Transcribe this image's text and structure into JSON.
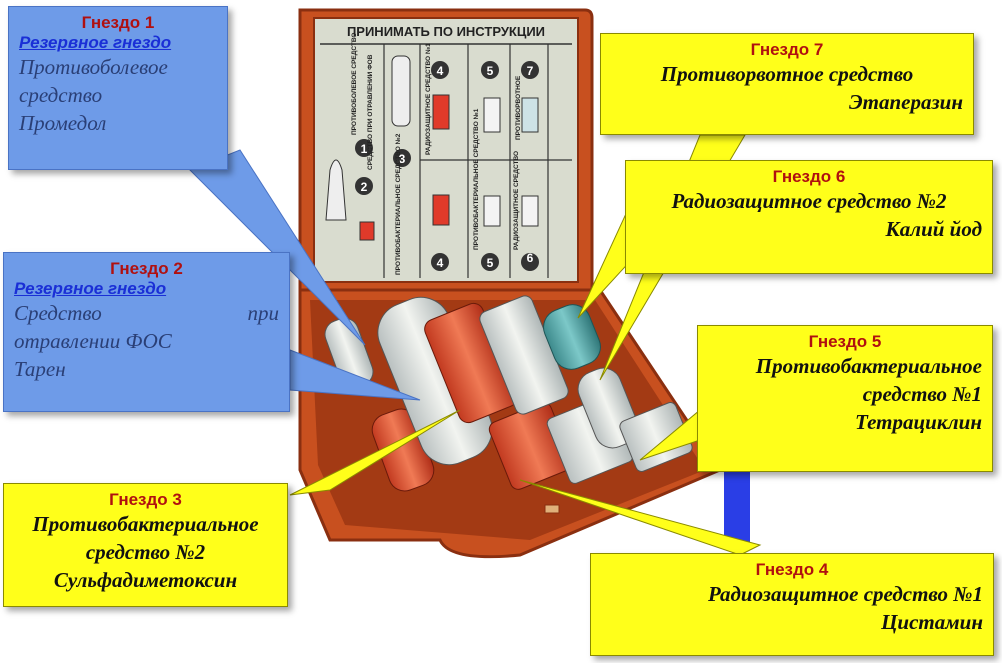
{
  "kit_header": "ПРИНИМАТЬ ПО ИНСТРУКЦИИ",
  "card": {
    "row1_numbers": [
      "1",
      "2",
      "3",
      "4",
      "5",
      "7"
    ],
    "row2_numbers": [
      "4",
      "5",
      "6"
    ],
    "labels": {
      "c1": "ПРОТИВОБОЛЕВОЕ СРЕДСТВО",
      "c2": "СРЕДСТВО ПРИ ОТРАВЛЕНИИ ФОВ",
      "c3": "ПРОТИВОБАКТЕРИАЛЬНОЕ СРЕДСТВО №2",
      "c4": "РАДИОЗАЩИТНОЕ СРЕДСТВО №1",
      "c5": "ПРОТИВОБАКТЕРИАЛЬНОЕ СРЕДСТВО №1",
      "c6": "РАДИОЗАЩИТНОЕ СРЕДСТВО",
      "c7": "ПРОТИВОРВОТНОЕ"
    }
  },
  "callouts": {
    "slot1": {
      "title": "Гнездо 1",
      "reserve": "Резервное гнездо",
      "lines": [
        "Противоболевое",
        "средство",
        "Промедол"
      ]
    },
    "slot2": {
      "title": "Гнездо 2",
      "reserve": "Резервное гнездо",
      "line1_a": "Средство",
      "line1_b": "при",
      "lines": [
        "отравлении ФОС",
        "Тарен"
      ]
    },
    "slot3": {
      "title": "Гнездо 3",
      "lines": [
        "Противобактериальное",
        "средство №2",
        "Сульфадиметоксин"
      ]
    },
    "slot4": {
      "title": "Гнездо 4",
      "lines": [
        "Радиозащитное средство №1",
        "Цистамин"
      ]
    },
    "slot5": {
      "title": "Гнездо  5",
      "lines": [
        "Противобактериальное",
        "средство №1",
        "Тетрациклин"
      ]
    },
    "slot6": {
      "title": "Гнездо 6",
      "lines": [
        "Радиозащитное средство №2",
        "Калий йод"
      ]
    },
    "slot7": {
      "title": "Гнездо 7",
      "lines": [
        "Противорвотное средство",
        "Этаперазин"
      ]
    }
  },
  "colors": {
    "case": "#c8501f",
    "case_dark": "#8a2f10",
    "blue_callout": "#6e9be8",
    "yellow_callout": "#ffff1a",
    "title_red": "#b01010",
    "reserve_blue": "#1a2fd6"
  }
}
